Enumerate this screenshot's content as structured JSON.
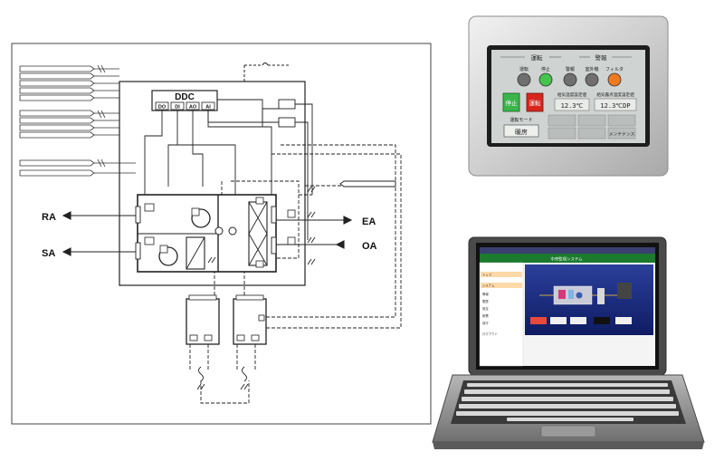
{
  "schematic": {
    "controller_label": "DDC",
    "io_ports": [
      "DO",
      "DI",
      "AO",
      "AI"
    ],
    "air_labels": {
      "return_air": "RA",
      "supply_air": "SA",
      "exhaust_air": "EA",
      "outdoor_air": "OA"
    }
  },
  "panel": {
    "group_operation": "運転",
    "group_alarm": "警報",
    "lamp_labels": [
      "運転",
      "停止",
      "警報",
      "室外機",
      "フィルタ"
    ],
    "lamp_colors": [
      "#6f6f6f",
      "#43c44a",
      "#6f6f6f",
      "#6f6f6f",
      "#ef7a1e"
    ],
    "stop_button": "停止",
    "run_button": "運転",
    "setpoint_1_label": "給気温度設定値",
    "setpoint_1_value": "12.3℃",
    "setpoint_2_label": "給気露点温度設定値",
    "setpoint_2_value": "12.3℃DP",
    "mode_label": "運転モード",
    "mode_value": "暖房",
    "maintenance_button": "メンテナンス"
  },
  "laptop": {
    "header_title": "中央監視システム",
    "menu_items": [
      "トップ",
      "システム",
      "警報",
      "履歴",
      "設定",
      "帳票",
      "保守",
      "ログアウト"
    ]
  }
}
